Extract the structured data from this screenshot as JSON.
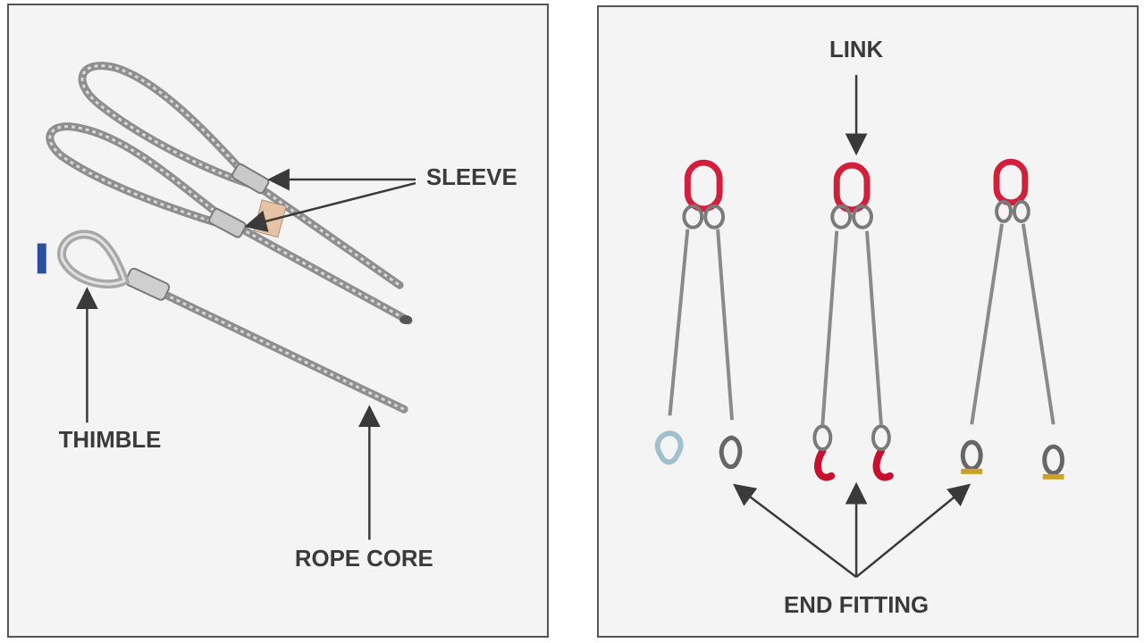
{
  "left_panel": {
    "labels": {
      "sleeve": "SLEEVE",
      "thimble": "THIMBLE",
      "rope_core": "ROPE CORE"
    }
  },
  "right_panel": {
    "labels": {
      "link": "LINK",
      "end_fitting": "END FITTING"
    }
  },
  "colors": {
    "rope": "#9a9a9a",
    "link_red": "#d21f3c",
    "hook_red": "#c8102e",
    "shackle_gold": "#c9a227",
    "thimble_blue": "#9fc0cc",
    "label_text": "#3a3a3a"
  }
}
